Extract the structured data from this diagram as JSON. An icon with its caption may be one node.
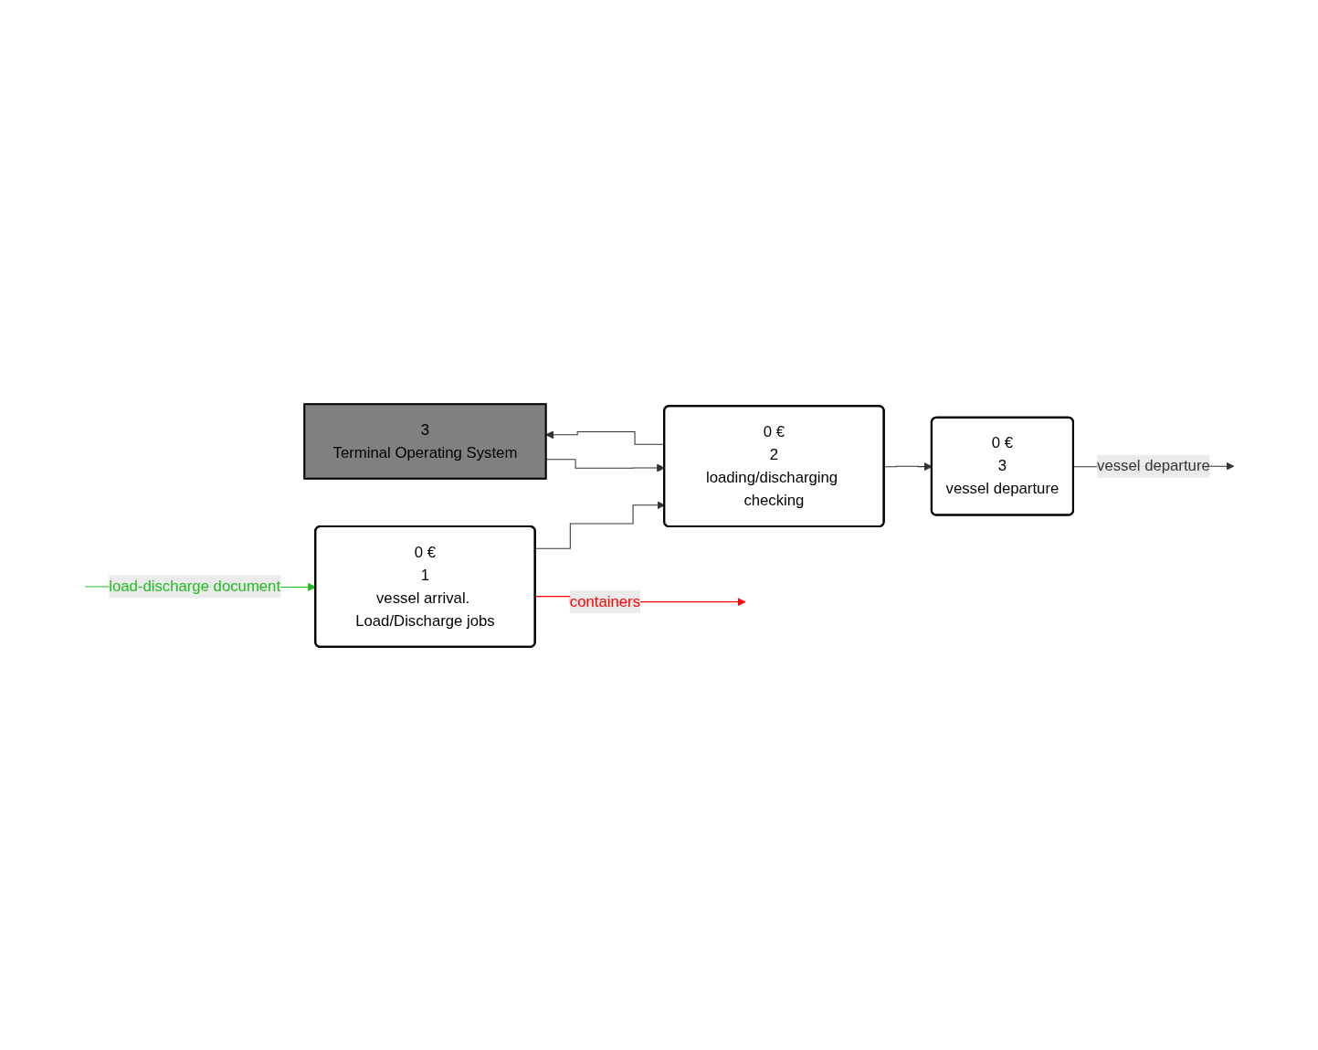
{
  "diagram": {
    "nodes": [
      {
        "text": [
          "3",
          "Terminal Operating System"
        ]
      },
      {
        "text": [
          "0 €",
          "1",
          "vessel arrival. Load/Discharge jobs"
        ]
      },
      {
        "text": [
          "0 €",
          "2",
          "loading/discharging checking"
        ]
      },
      {
        "text": [
          "0 €",
          "3",
          "vessel departure"
        ]
      }
    ],
    "edges": [
      {
        "from": null,
        "to": 1,
        "arrow": "to",
        "label": "load-discharge document",
        "color": "#22bb22"
      },
      {
        "from": 1,
        "to": null,
        "arrow": "to",
        "label": "containers",
        "color": "#ff0000"
      },
      {
        "from": 1,
        "to": 2,
        "arrow": "to"
      },
      {
        "from": 2,
        "to": 0,
        "arrow": "to"
      },
      {
        "from": 0,
        "to": 2,
        "arrow": "to"
      },
      {
        "from": 2,
        "to": 3,
        "arrow": "to"
      },
      {
        "from": 3,
        "to": null,
        "arrow": "to",
        "label": "vessel departure"
      }
    ]
  }
}
